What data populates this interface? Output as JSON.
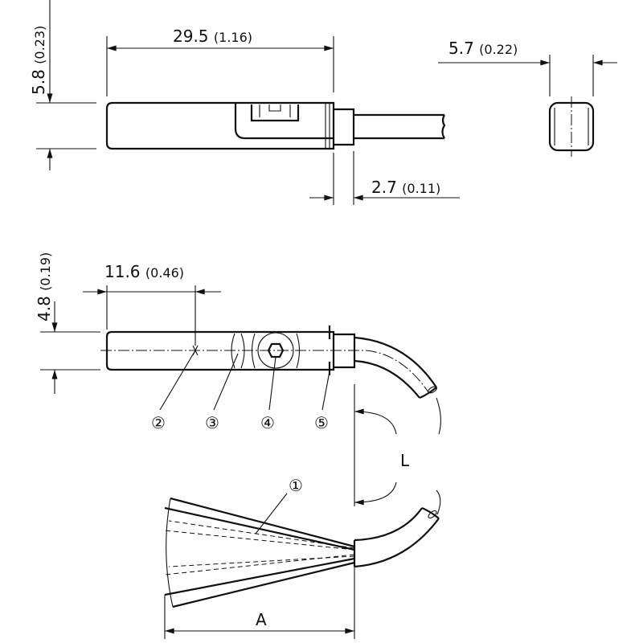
{
  "dimensions": {
    "top_length": {
      "value": "29.5",
      "inch": "(1.16)"
    },
    "top_height": {
      "value": "5.8",
      "inch": "(0.23)"
    },
    "collar_length": {
      "value": "2.7",
      "inch": "(0.11)"
    },
    "end_width": {
      "value": "5.7",
      "inch": "(0.22)"
    },
    "side_height": {
      "value": "4.8",
      "inch": "(0.19)"
    },
    "sensing_point": {
      "value": "11.6",
      "inch": "(0.46)"
    },
    "cable_length_label": "L",
    "wire_length_label": "A"
  },
  "callouts": [
    "①",
    "②",
    "③",
    "④",
    "⑤"
  ]
}
